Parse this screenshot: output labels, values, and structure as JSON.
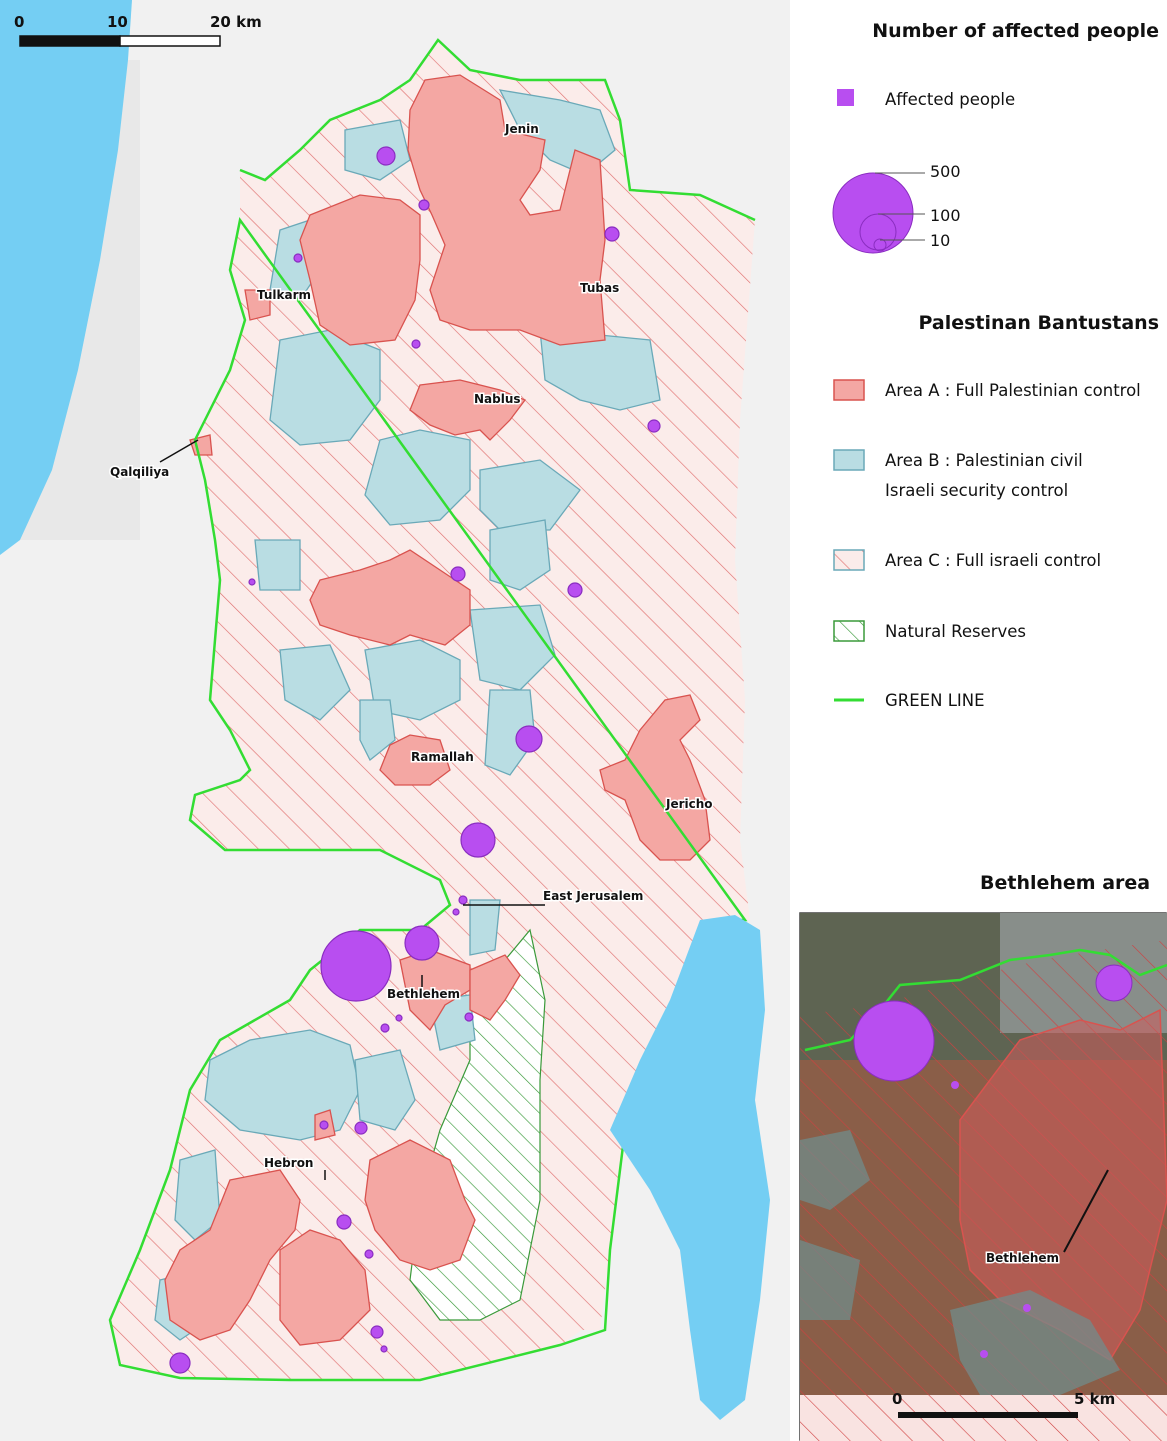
{
  "scale_bar": {
    "labels": [
      "0",
      "10",
      "20 km"
    ]
  },
  "legend": {
    "affected_title": "Number of affected people",
    "affected_item": "Affected people",
    "size_labels": [
      "500",
      "100",
      "10"
    ],
    "bantustans_title": "Palestinan Bantustans",
    "items": [
      {
        "label": "Area A : Full Palestinian control",
        "swatch": "area-a"
      },
      {
        "label_line1": "Area B : Palestinian civil",
        "label_line2": "Israeli security control",
        "swatch": "area-b"
      },
      {
        "label": "Area C : Full israeli control",
        "swatch": "area-c"
      },
      {
        "label": "Natural Reserves",
        "swatch": "reserve"
      },
      {
        "label": "GREEN LINE",
        "swatch": "green-line"
      }
    ]
  },
  "places": {
    "jenin": "Jenin",
    "tubas": "Tubas",
    "tulkarm": "Tulkarm",
    "nablus": "Nablus",
    "qalqiliya": "Qalqiliya",
    "ramallah": "Ramallah",
    "jericho": "Jericho",
    "east_jerusalem": "East Jerusalem",
    "bethlehem": "Bethlehem",
    "hebron": "Hebron"
  },
  "inset": {
    "title": "Bethlehem area",
    "place": "Bethlehem",
    "scale_labels": [
      "0",
      "5 km"
    ]
  },
  "colors": {
    "area_a": "#f4a7a3",
    "area_a_stroke": "#d9534f",
    "area_b": "#b9dde3",
    "area_b_stroke": "#6aa9b8",
    "area_c_hatch": "#e07070",
    "area_c_bg": "#fbecea",
    "reserve_hatch": "#3a9a3a",
    "green_line": "#33dd33",
    "sea": "#74cef3",
    "affected": "#b84ef0",
    "affected_stroke": "#8a2dc0"
  }
}
